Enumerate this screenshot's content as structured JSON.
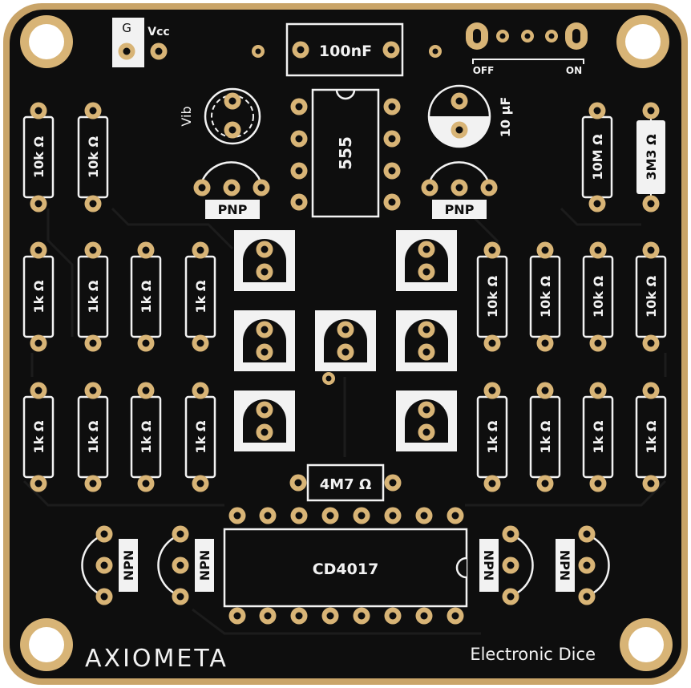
{
  "colors": {
    "board": "#0e0e0e",
    "edge": "#c9a468",
    "gold": "#d8b476",
    "silk": "#f2f2f2",
    "trace": "#1c1c1c"
  },
  "labels": {
    "ground": "G",
    "vcc": "Vcc",
    "cap_100nf": "100nF",
    "switch_off": "OFF",
    "switch_on": "ON",
    "vib": "Vib",
    "ic_555": "555",
    "cap_10uf": "10 µF",
    "r_10k": "10k Ω",
    "r_10m": "10M Ω",
    "r_3m3": "3M3 Ω",
    "pnp": "PNP",
    "r_1k": "1k Ω",
    "r_4m7": "4M7 Ω",
    "npn": "NPN",
    "ic_cd4017": "CD4017",
    "brand": "AXIOMETA",
    "product": "Electronic Dice"
  }
}
